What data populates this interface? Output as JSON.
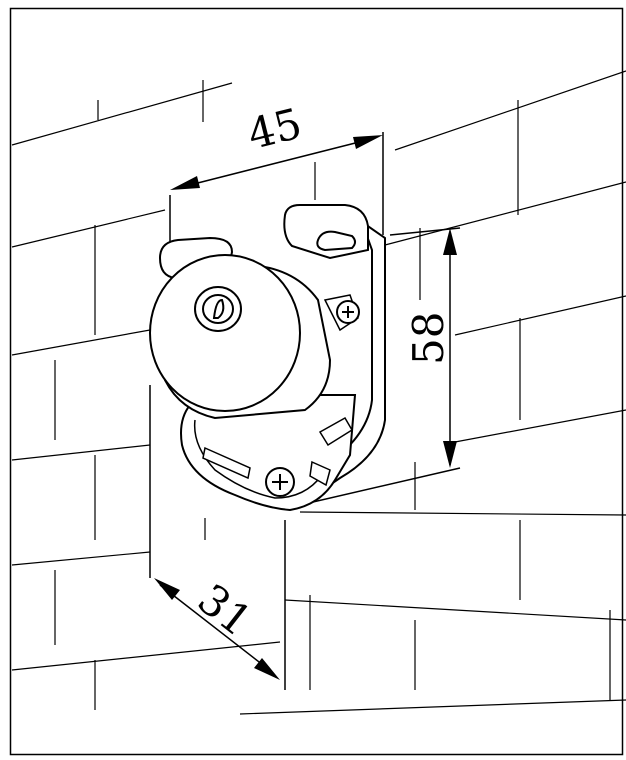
{
  "diagram": {
    "dimensions": {
      "width": "45",
      "height": "58",
      "depth": "31"
    }
  }
}
